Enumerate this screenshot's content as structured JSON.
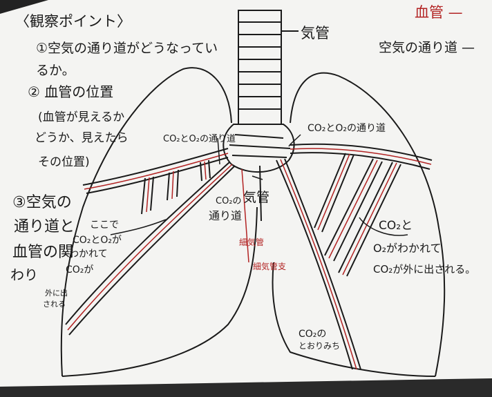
{
  "observation": {
    "title": "〈観察ポイント〉",
    "point1_line1": "①空気の通り道がどうなってい",
    "point1_line2": "るか。",
    "point2_line1": "② 血管の位置",
    "point2_line2": "(血管が見えるか",
    "point2_line3": "どうか、見えたら",
    "point2_line4": "その位置)",
    "point3_line1": "③空気の",
    "point3_line2": "通り道と",
    "point3_line3": "血管の関",
    "point3_line4": "わり"
  },
  "legend": {
    "blood_vessel": "血管 —",
    "air_passage": "空気の通り道 —"
  },
  "labels": {
    "trachea": "気管",
    "bronchus": "気管",
    "bronchiole1": "細気管",
    "bronchiole2": "細気管支",
    "co2_o2_path_left": "CO₂とO₂の通り道",
    "co2_o2_path_right": "CO₂とO₂の通り道",
    "co2_path_1": "CO₂の",
    "co2_path_2": "通り道",
    "here_1": "ここで",
    "here_2": "CO₂とO₂が",
    "here_3": "わかれて",
    "co2_out_1": "CO₂が",
    "co2_out_2": "外に出",
    "co2_out_3": "される",
    "right_note_1": "CO₂と",
    "right_note_2": "O₂がわかれて",
    "right_note_3": "CO₂が外に出される。",
    "co2_way_1": "CO₂の",
    "co2_way_2": "とおりみち"
  },
  "colors": {
    "ink": "#1a1a1a",
    "red": "#b22222",
    "paper": "#f4f4f2"
  }
}
